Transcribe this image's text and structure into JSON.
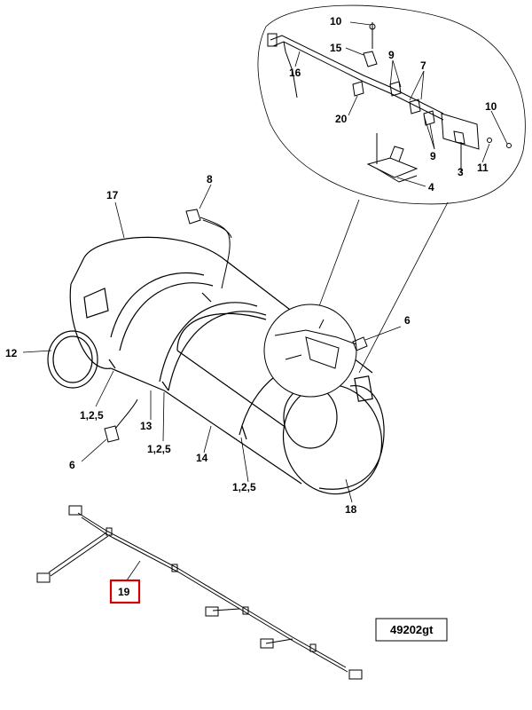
{
  "callouts": {
    "c10a": "10",
    "c15": "15",
    "c16": "16",
    "c9a": "9",
    "c7": "7",
    "c10b": "10",
    "c20": "20",
    "c9b": "9",
    "c3": "3",
    "c11": "11",
    "c4": "4",
    "c8": "8",
    "c17": "17",
    "c6a": "6",
    "c12": "12",
    "c125a": "1,2,5",
    "c13": "13",
    "c6b": "6",
    "c125b": "1,2,5",
    "c14": "14",
    "c125c": "1,2,5",
    "c18": "18",
    "c19": "19"
  },
  "reference_code": "49202gt",
  "colors": {
    "line": "#000000",
    "highlight": "#d40000",
    "background": "#ffffff"
  }
}
